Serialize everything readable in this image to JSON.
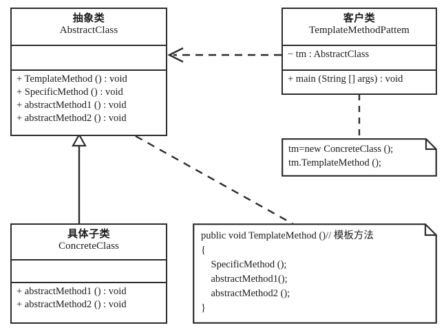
{
  "diagram": {
    "title": "Template Method Pattern UML Class Diagram",
    "type": "uml-class-diagram",
    "background_color": "#ffffff",
    "line_color": "#2b2b2b",
    "text_color": "#1a1a1a"
  },
  "classes": {
    "abstract_class": {
      "name_cn": "抽象类",
      "name_en": "AbstractClass",
      "attributes": [],
      "operations": [
        "+ TemplateMethod () : void",
        "+ SpecificMethod () : void",
        "+ abstractMethod1 () : void",
        "+ abstractMethod2 () : void"
      ]
    },
    "client_class": {
      "name_cn": "客户类",
      "name_en": "TemplateMethodPattem",
      "attributes": [
        "− tm : AbstractClass"
      ],
      "operations": [
        "+ main (String [] args) : void"
      ]
    },
    "concrete_class": {
      "name_cn": "具体子类",
      "name_en": "ConcreteClass",
      "attributes": [],
      "operations": [
        "+ abstractMethod1 () : void",
        "+ abstractMethod2 () : void"
      ]
    }
  },
  "notes": {
    "client_note": {
      "lines": [
        "tm=new ConcreteClass ();",
        "tm.TemplateMethod ();"
      ]
    },
    "code_note": {
      "signature_code": "public void TemplateMethod ()// ",
      "signature_comment": "模板方法",
      "lines": [
        "{",
        "    SpecificMethod ();",
        "    abstractMethod1();",
        "    abstractMethod2 ();",
        "}"
      ]
    }
  },
  "relationships": [
    {
      "name": "dependency-client-to-abstract",
      "kind": "dependency",
      "style": "dashed",
      "arrowhead": "open",
      "from": "client_class",
      "to": "abstract_class"
    },
    {
      "name": "generalization-concrete-to-abstract",
      "kind": "generalization",
      "style": "solid",
      "arrowhead": "hollow-triangle",
      "from": "concrete_class",
      "to": "abstract_class"
    },
    {
      "name": "anchor-client-to-note",
      "kind": "note-anchor",
      "style": "dashed",
      "arrowhead": "none",
      "from": "client_class",
      "to": "client_note"
    },
    {
      "name": "anchor-abstract-to-code-note",
      "kind": "note-anchor",
      "style": "dashed",
      "arrowhead": "none",
      "from": "abstract_class",
      "to": "code_note"
    }
  ]
}
